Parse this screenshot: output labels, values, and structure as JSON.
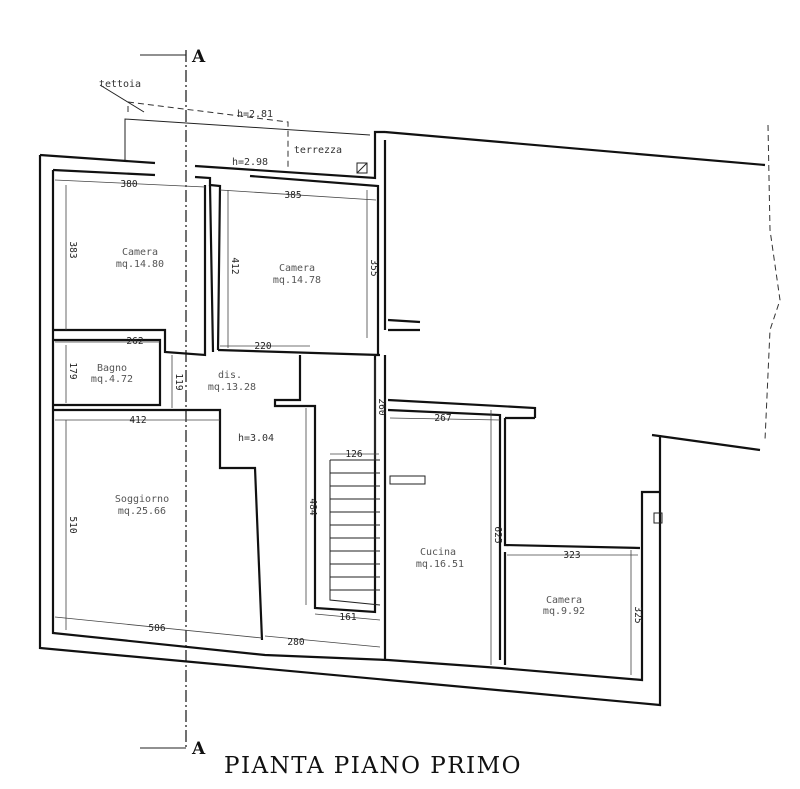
{
  "title": "PIANTA PIANO PRIMO",
  "section_marker": "A",
  "annotations": {
    "tettoia": "tettoia",
    "h_tettoia": "h=2.81",
    "terrazza": "terrezza",
    "h_camera": "h=2.98",
    "h_dis": "h=3.04"
  },
  "rooms": [
    {
      "name": "Camera",
      "area": "mq.14.80"
    },
    {
      "name": "Camera",
      "area": "mq.14.78"
    },
    {
      "name": "Bagno",
      "area": "mq.4.72"
    },
    {
      "name": "dis.",
      "area": "mq.13.28"
    },
    {
      "name": "Soggiorno",
      "area": "mq.25.66"
    },
    {
      "name": "Cucina",
      "area": "mq.16.51"
    },
    {
      "name": "Camera",
      "area": "mq.9.92"
    }
  ],
  "dimensions": [
    "380",
    "385",
    "383",
    "412",
    "355",
    "220",
    "262",
    "179",
    "119",
    "412",
    "510",
    "506",
    "280",
    "484",
    "126",
    "161",
    "260",
    "267",
    "625",
    "323",
    "325"
  ]
}
